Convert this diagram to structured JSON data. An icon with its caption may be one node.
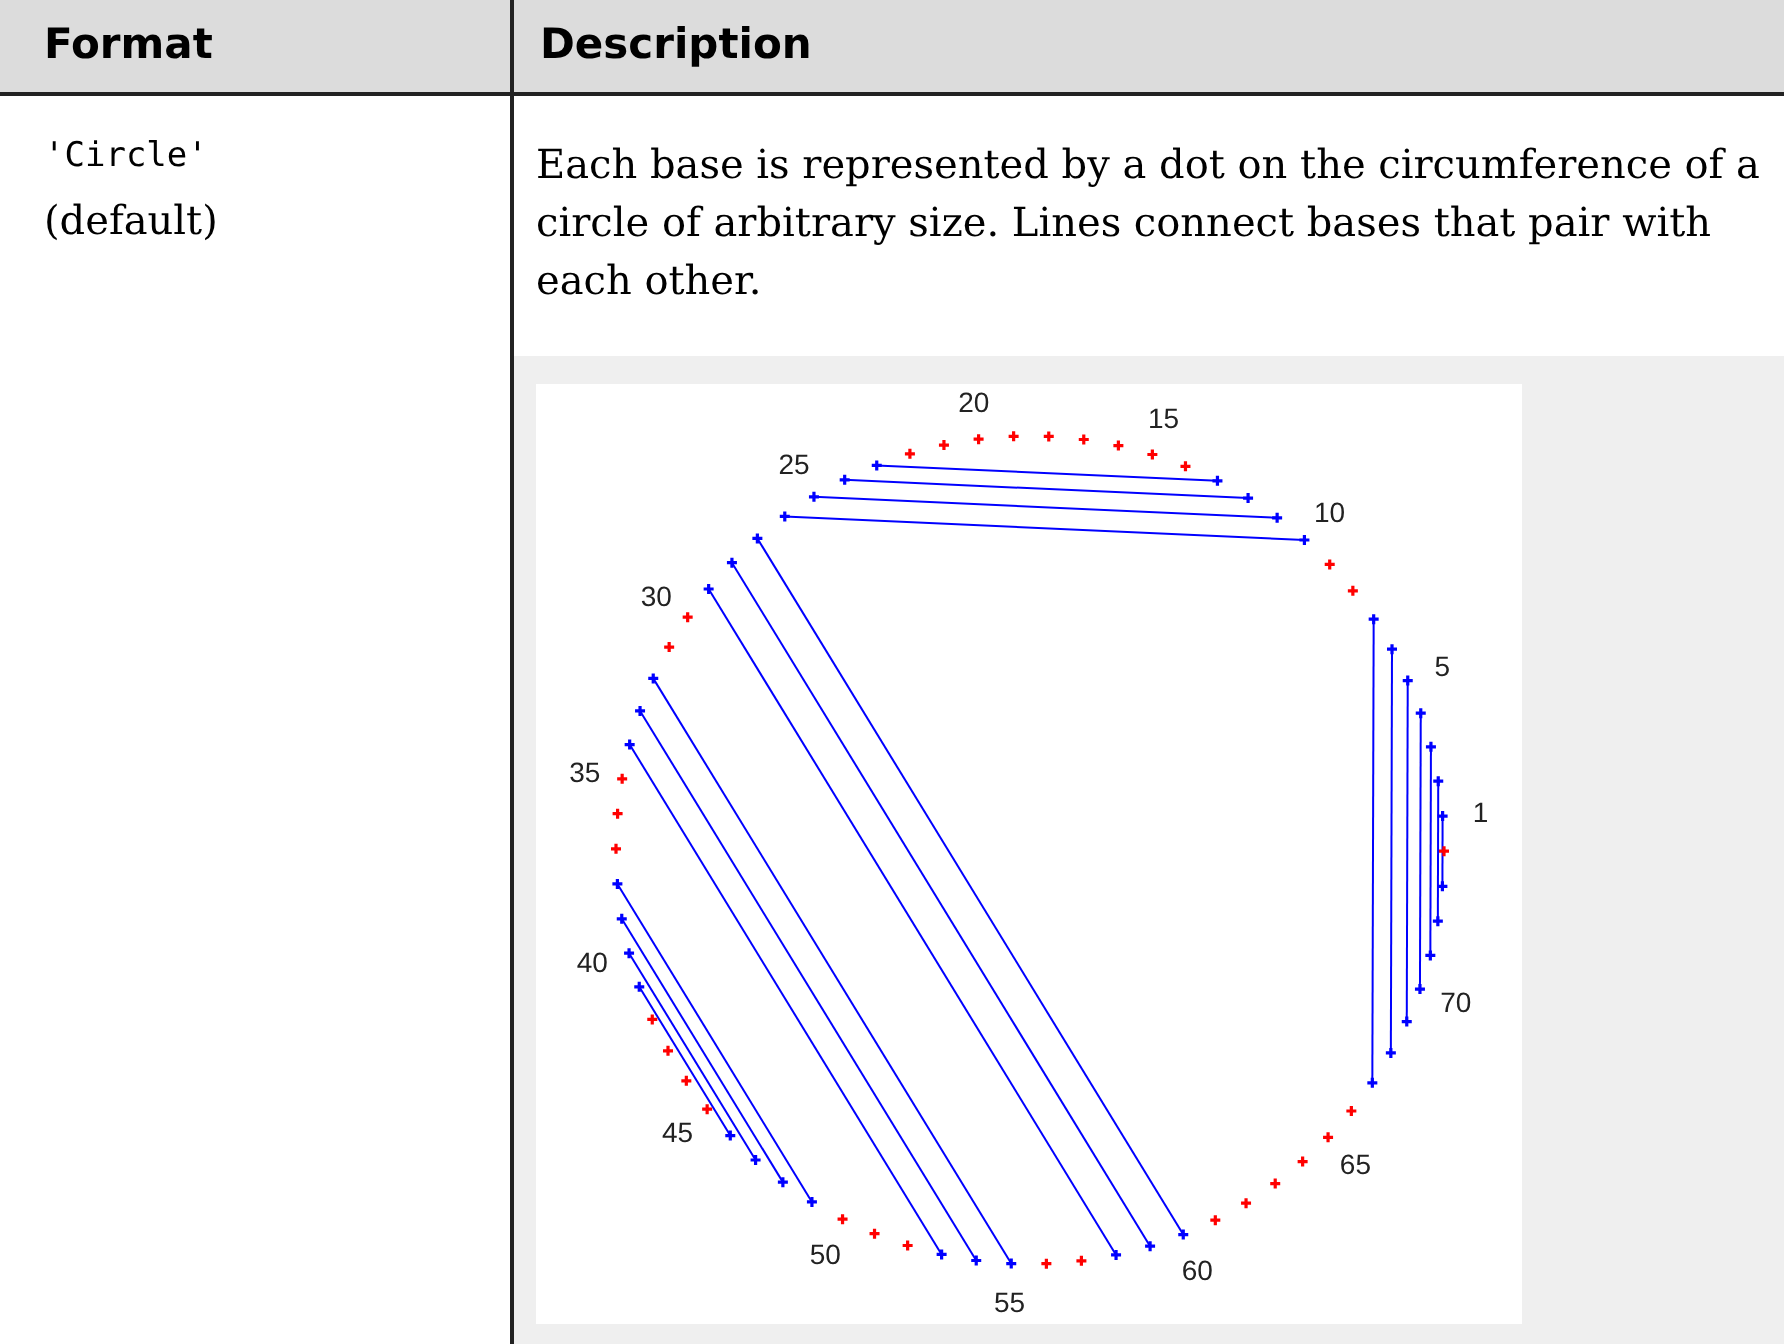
{
  "diagram": {
    "labels": [
      "Format",
      "Description",
      "'Circle'",
      "(default)",
      "Each base is represented by a dot on the circumference of a circle of arbitrary size. Lines connect bases that pair with each other.",
      "1",
      "5",
      "10",
      "15",
      "20",
      "25",
      "30",
      "35",
      "40",
      "45",
      "50",
      "55",
      "60",
      "65",
      "70"
    ]
  }
}
